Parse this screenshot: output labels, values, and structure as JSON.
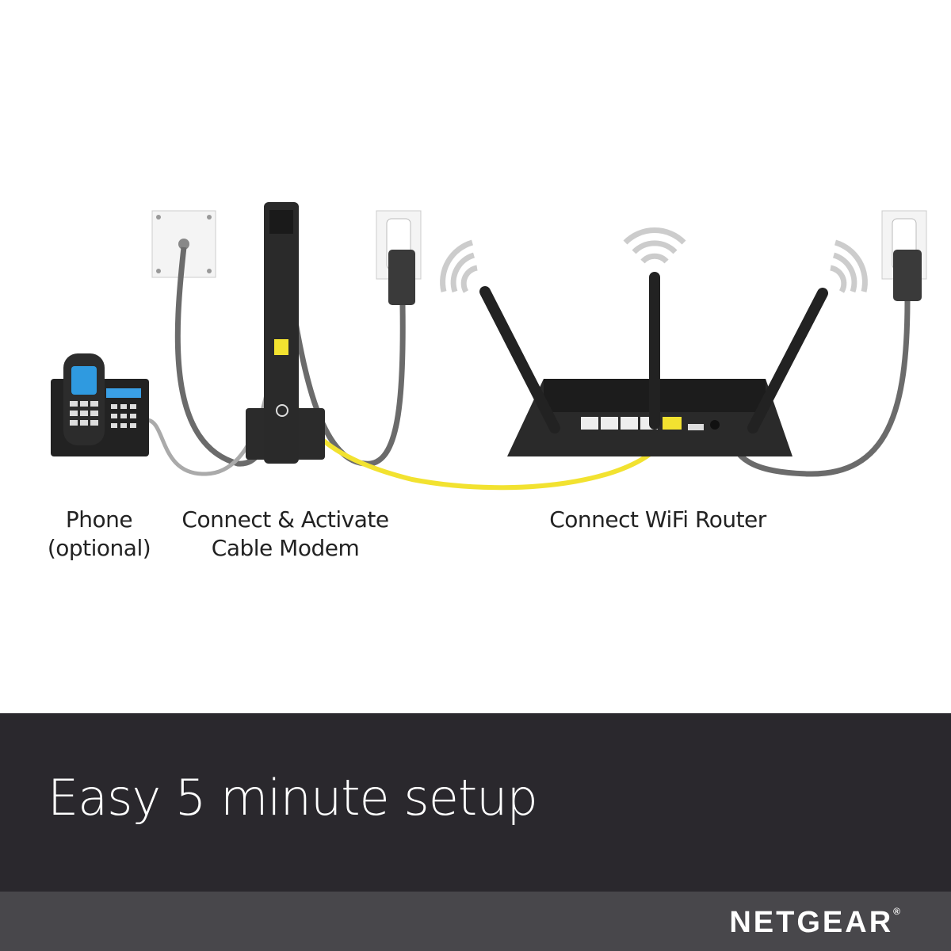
{
  "steps": {
    "phone": [
      "Phone",
      "(optional)"
    ],
    "modem": [
      "Connect & Activate",
      "Cable Modem"
    ],
    "router": [
      "Connect WiFi Router"
    ]
  },
  "banner": {
    "headline": "Easy 5 minute setup"
  },
  "footer": {
    "brand": "NETGEAR",
    "registered": "®"
  },
  "colors": {
    "ethernet_cable": "#f2e230",
    "power_cable": "#6b6b6b",
    "banner_bg": "#2a282d",
    "footer_bg": "#48474b"
  }
}
